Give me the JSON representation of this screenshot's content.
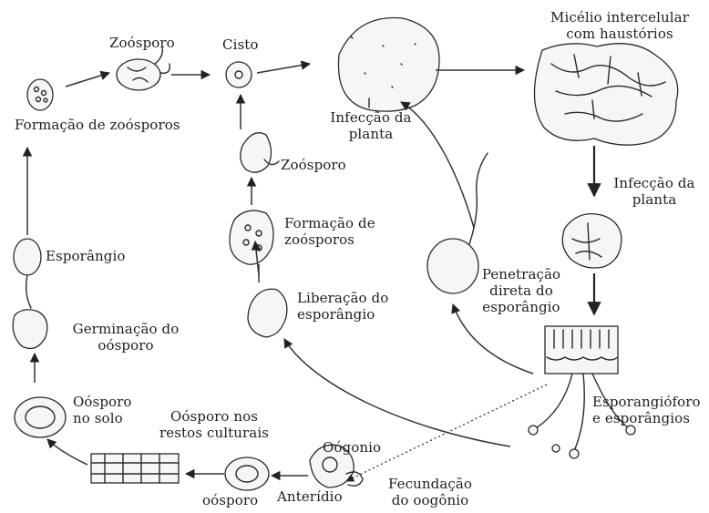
{
  "labels": {
    "zoosporo_top": "Zoósporo",
    "cisto": "Cisto",
    "formacao_zoosporos_left": "Formação de zoósporos",
    "infeccao_planta_top": "Infecção da\nplanta",
    "micelio": "Micélio intercelular\ncom haustórios",
    "infeccao_planta_right": "Infecção da\nplanta",
    "zoosporo_mid": "Zoósporo",
    "formacao_zoosporos_mid": "Formação de\nzoósporos",
    "liberacao": "Liberação do\nesporângio",
    "penetracao": "Penetração\ndireta do\nesporângio",
    "esporangio": "Esporângio",
    "germinacao": "Germinação do\noósporo",
    "oosporo_solo": "Oósporo\nno solo",
    "oosporo_restos": "Oósporo nos\nrestos culturais",
    "oogonio": "Oógonio",
    "anteridio": "Anterídio",
    "oosporo_bottom": "oósporo",
    "fecundacao": "Fecundação\ndo oogônio",
    "esporangioforo": "Esporangióforo\ne esporângios"
  }
}
